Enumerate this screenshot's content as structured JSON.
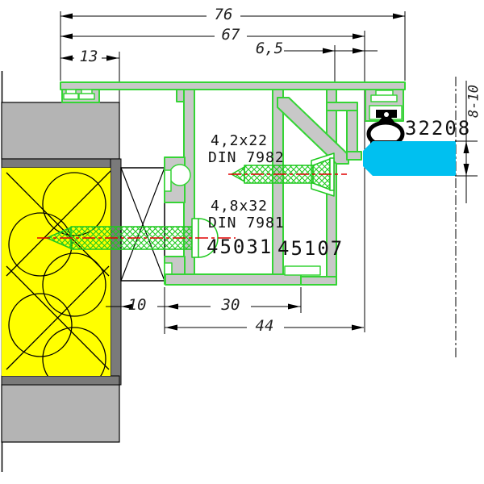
{
  "title": "Profile cross-section drawing",
  "dims": {
    "d76": "76",
    "d67": "67",
    "d13": "13",
    "d65": "6,5",
    "d810": "8-10",
    "d10": "10",
    "d30": "30",
    "d44": "44"
  },
  "labels": {
    "screw_small_size": "4,2x22",
    "screw_small_din": "DIN 7982",
    "screw_large_size": "4,8x32",
    "screw_large_din": "DIN 7981",
    "profile_main": "45031",
    "profile_insert": "45107",
    "gasket": "32208"
  },
  "colors": {
    "green": "#35d435",
    "screwgreen": "#1fc91f",
    "red": "#e10000",
    "yellow": "#ffff00",
    "cyan": "#00c0f0",
    "wallgray": "#b4b4b4",
    "darkgray": "#7a7a7a",
    "alugray": "#c8c8c8",
    "dimtext": "#222222"
  }
}
